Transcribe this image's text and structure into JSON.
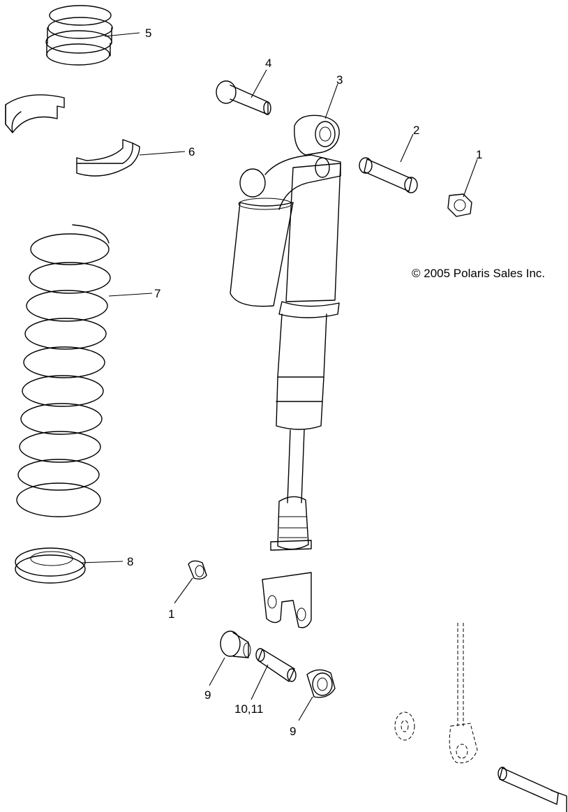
{
  "callouts": {
    "c1_top": "1",
    "c2": "2",
    "c3": "3",
    "c4": "4",
    "c5": "5",
    "c6": "6",
    "c7": "7",
    "c8": "8",
    "c1_bottom": "1",
    "c9_left": "9",
    "c10_11": "10,11",
    "c9_right": "9"
  },
  "copyright": "© 2005 Polaris Sales Inc."
}
